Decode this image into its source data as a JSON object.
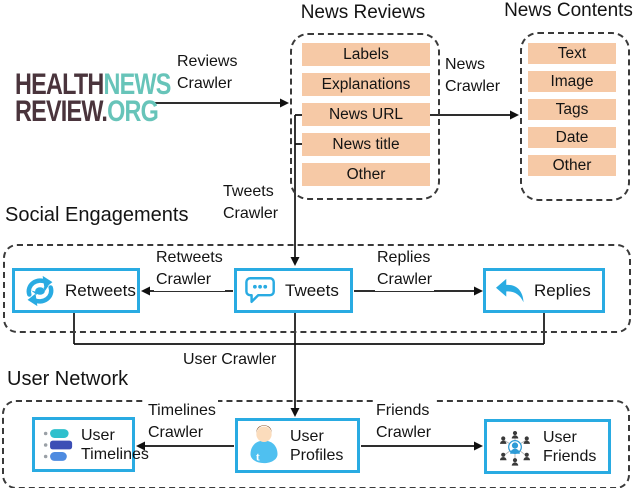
{
  "colors": {
    "accent_blue": "#29ABE2",
    "item_fill_orange": "#F6C9A6",
    "logo_dark": "#4A343C",
    "logo_teal": "#67C4B9",
    "line_black": "#111111"
  },
  "logo": {
    "health": "HEALTH",
    "news": "NEWS",
    "review": "REVIEW.",
    "org": "ORG"
  },
  "news_reviews": {
    "title": "News Reviews",
    "items": [
      "Labels",
      "Explanations",
      "News URL",
      "News title",
      "Other"
    ]
  },
  "news_contents": {
    "title": "News Contents",
    "items": [
      "Text",
      "Image",
      "Tags",
      "Date",
      "Other"
    ]
  },
  "social_engagements": {
    "title": "Social Engagements",
    "retweets_label": "Retweets",
    "tweets_label": "Tweets",
    "replies_label": "Replies"
  },
  "user_network": {
    "title": "User Network",
    "timelines_line1": "User",
    "timelines_line2": "Timelines",
    "profiles_line1": "User",
    "profiles_line2": "Profiles",
    "friends_line1": "User",
    "friends_line2": "Friends"
  },
  "crawlers": {
    "reviews_line1": "Reviews",
    "reviews_line2": "Crawler",
    "news_line1": "News",
    "news_line2": "Crawler",
    "tweets_line1": "Tweets",
    "tweets_line2": "Crawler",
    "retweets_line1": "Retweets",
    "retweets_line2": "Crawler",
    "replies_line1": "Replies",
    "replies_line2": "Crawler",
    "user": "User Crawler",
    "timelines_line1": "Timelines",
    "timelines_line2": "Crawler",
    "friends_line1": "Friends",
    "friends_line2": "Crawler"
  },
  "icons": {
    "tweets": "speech-bubble-dots-icon",
    "retweets": "circular-retweet-arrows-icon",
    "replies": "reply-arrow-icon",
    "user_profiles": "person-avatar-icon",
    "user_timelines": "timeline-bars-icon",
    "user_friends": "people-network-icon"
  }
}
